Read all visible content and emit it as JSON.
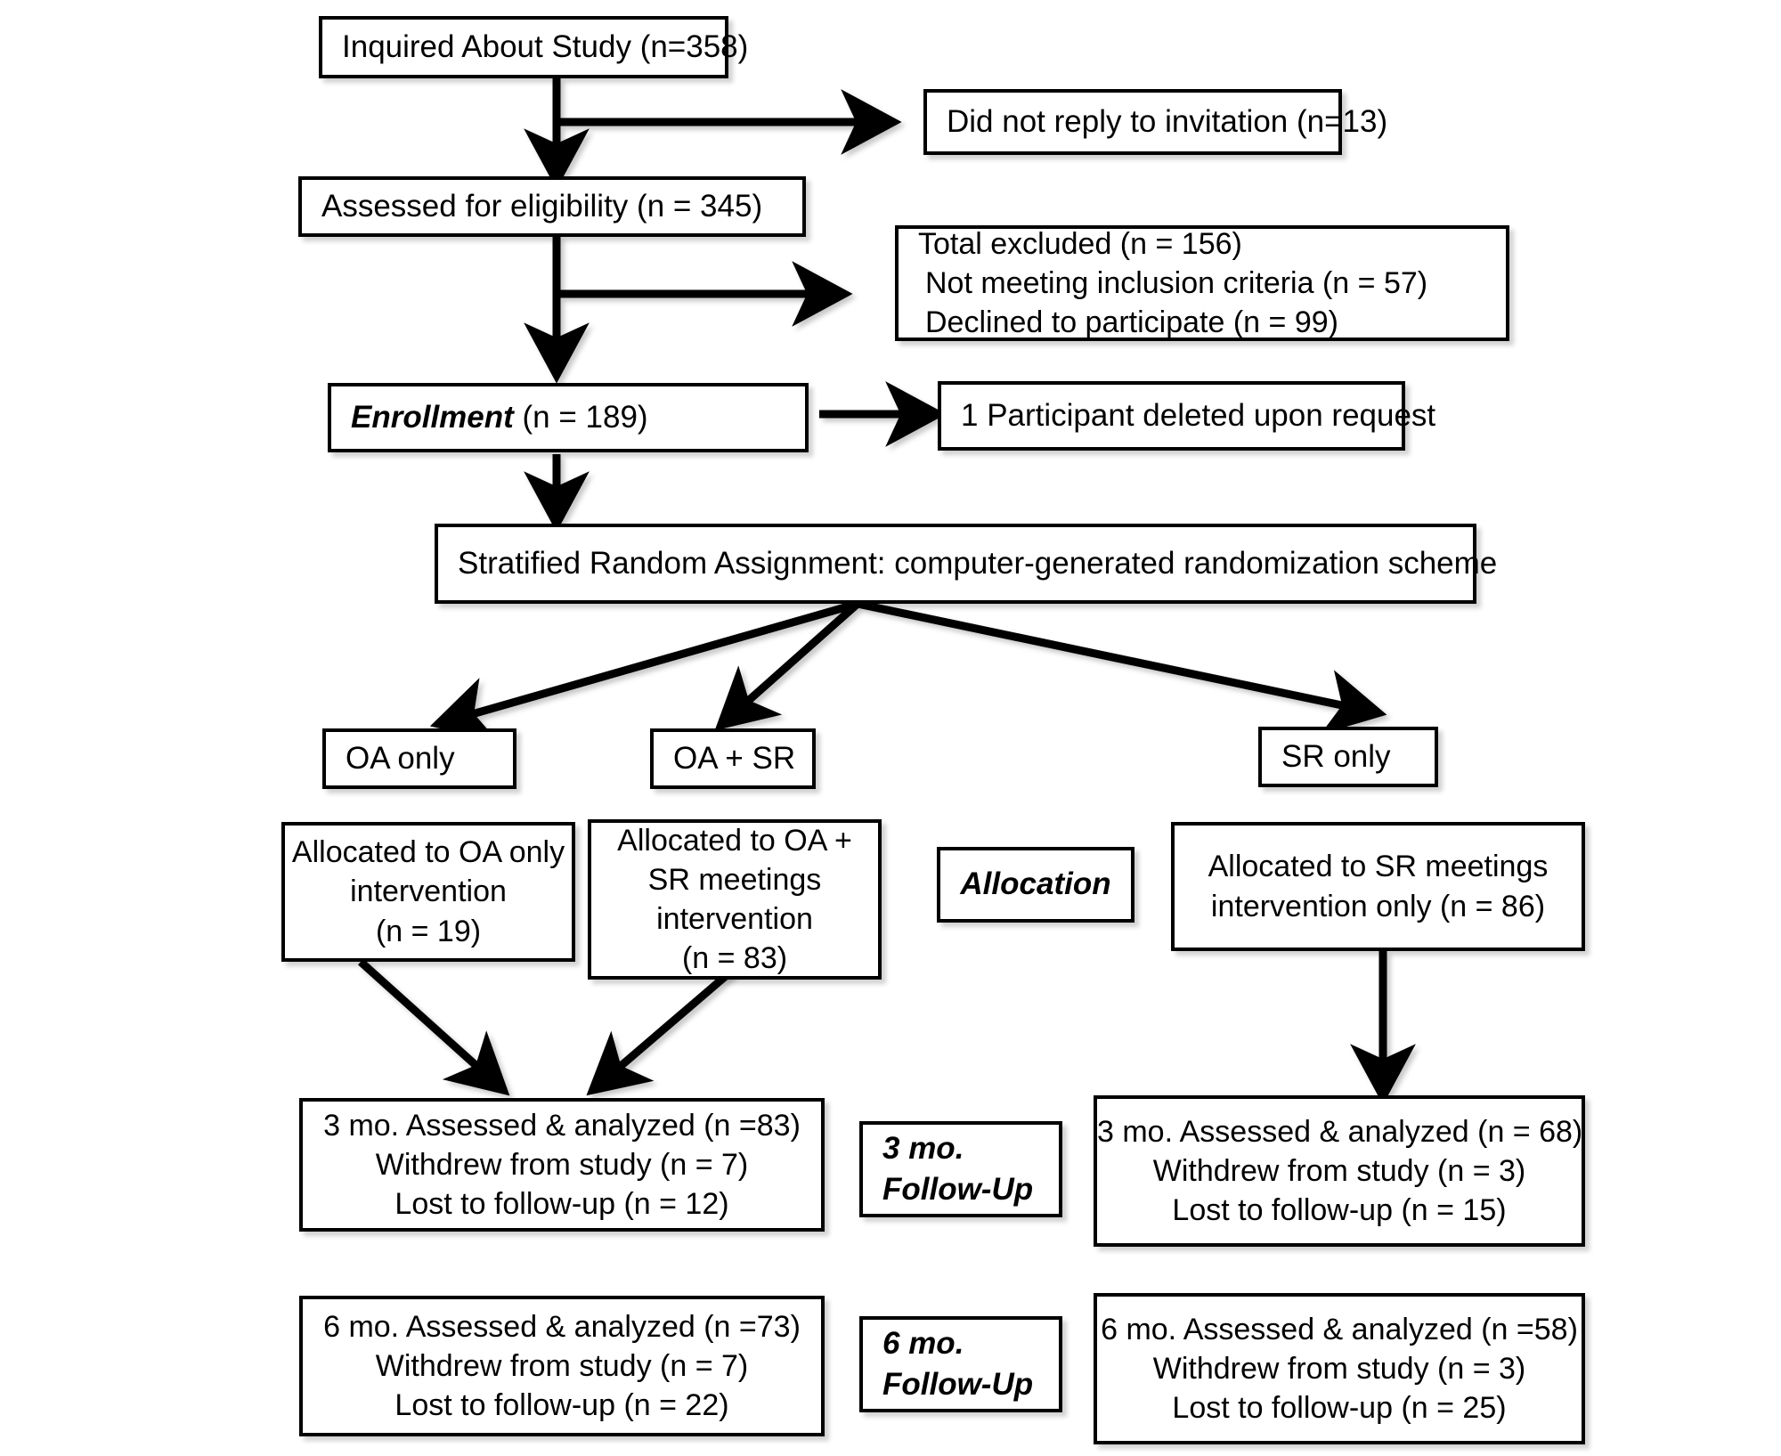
{
  "diagram": {
    "type": "consort-flow-diagram",
    "nodes": {
      "inquired": {
        "text": "Inquired About Study (n=358)"
      },
      "no_reply": {
        "text": "Did not reply to invitation (n=13)"
      },
      "assessed": {
        "text": "Assessed for eligibility (n = 345)"
      },
      "excluded": {
        "line1": "Total excluded (n = 156)",
        "line2": "Not meeting inclusion criteria (n = 57)",
        "line3": "Declined to participate (n = 99)"
      },
      "enrollment": {
        "emphasis": "Enrollment",
        "rest": " (n = 189)"
      },
      "deleted": {
        "text": "1 Participant deleted upon request"
      },
      "randomization": {
        "text": "Stratified Random Assignment: computer-generated randomization scheme"
      },
      "arm_oa": {
        "text": "OA only"
      },
      "arm_oasr": {
        "text": "OA + SR"
      },
      "arm_sr": {
        "text": "SR only"
      },
      "alloc_oa": {
        "line1": "Allocated to OA only",
        "line2": "intervention",
        "line3": "(n = 19)"
      },
      "alloc_oasr": {
        "line1": "Allocated to OA +",
        "line2": "SR meetings",
        "line3": "intervention",
        "line4": "(n = 83)"
      },
      "allocation_label": {
        "text": "Allocation"
      },
      "alloc_sr": {
        "line1": "Allocated to SR meetings",
        "line2": "intervention only (n = 86)"
      },
      "fu3_left": {
        "line1": "3 mo. Assessed & analyzed (n =83)",
        "line2": "Withdrew from study (n = 7)",
        "line3": "Lost to follow-up (n = 12)"
      },
      "fu3_label": {
        "line1": "3 mo.",
        "line2": "Follow-Up"
      },
      "fu3_right": {
        "line1": "3 mo. Assessed & analyzed (n = 68)",
        "line2": "Withdrew from study (n = 3)",
        "line3": "Lost to follow-up (n = 15)"
      },
      "fu6_left": {
        "line1": "6 mo. Assessed & analyzed (n =73)",
        "line2": "Withdrew from study (n = 7)",
        "line3": "Lost to follow-up (n = 22)"
      },
      "fu6_label": {
        "line1": "6 mo.",
        "line2": "Follow-Up"
      },
      "fu6_right": {
        "line1": "6 mo. Assessed & analyzed (n =58)",
        "line2": "Withdrew from study (n = 3)",
        "line3": "Lost to follow-up (n = 25)"
      }
    },
    "colors": {
      "stroke": "#000000",
      "fill": "#ffffff",
      "text": "#000000"
    }
  }
}
